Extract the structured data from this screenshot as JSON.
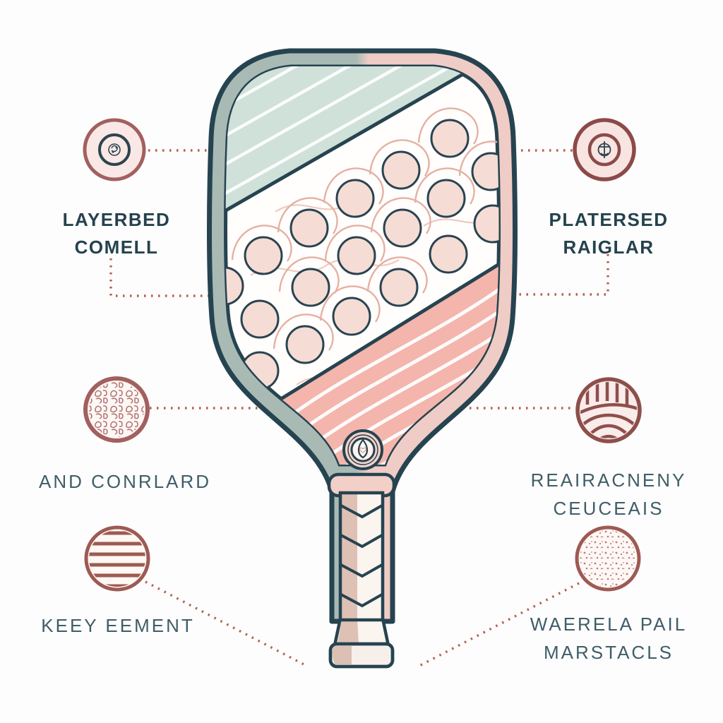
{
  "figure": {
    "type": "infographic-diagram",
    "subject": "pickleball paddle construction callouts"
  },
  "callouts": {
    "top_left": {
      "icon": "paddle-core-icon",
      "lines": [
        "LAYERBED",
        "COMELL"
      ]
    },
    "top_right": {
      "icon": "surface-texture-icon",
      "lines": [
        "PLATERSED",
        "RAIGLAR"
      ]
    },
    "mid_left": {
      "icon": "honeycomb-core-icon",
      "lines": [
        "AND CONRLARD"
      ]
    },
    "mid_right": {
      "icon": "edge-layers-icon",
      "lines": [
        "REAIRACNENY",
        "CEUCEAIS"
      ]
    },
    "bottom_left": {
      "icon": "layer-stack-icon",
      "lines": [
        "KEEY EEMENT"
      ]
    },
    "bottom_right": {
      "icon": "grit-surface-icon",
      "lines": [
        "WAERELA PAIL",
        "MARSTACLS"
      ]
    }
  },
  "colors": {
    "outline_navy": "#264350",
    "label_teal_bold": "#24424d",
    "label_teal_light": "#3f5d68",
    "connector_maroon": "#b35f50",
    "icon_ring_maroon": "#a2605f",
    "mint_panel": "#cfe1d8",
    "pink_band": "#f4b5ac",
    "dot_fill": "#f5dcd4",
    "swirl_pink": "#e6b0a2",
    "rim_left_gray": "#a9bab5",
    "rim_right_pink": "#efccc5",
    "grip_tan": "#dfc0b5",
    "paper_white": "#fdfdfd"
  }
}
